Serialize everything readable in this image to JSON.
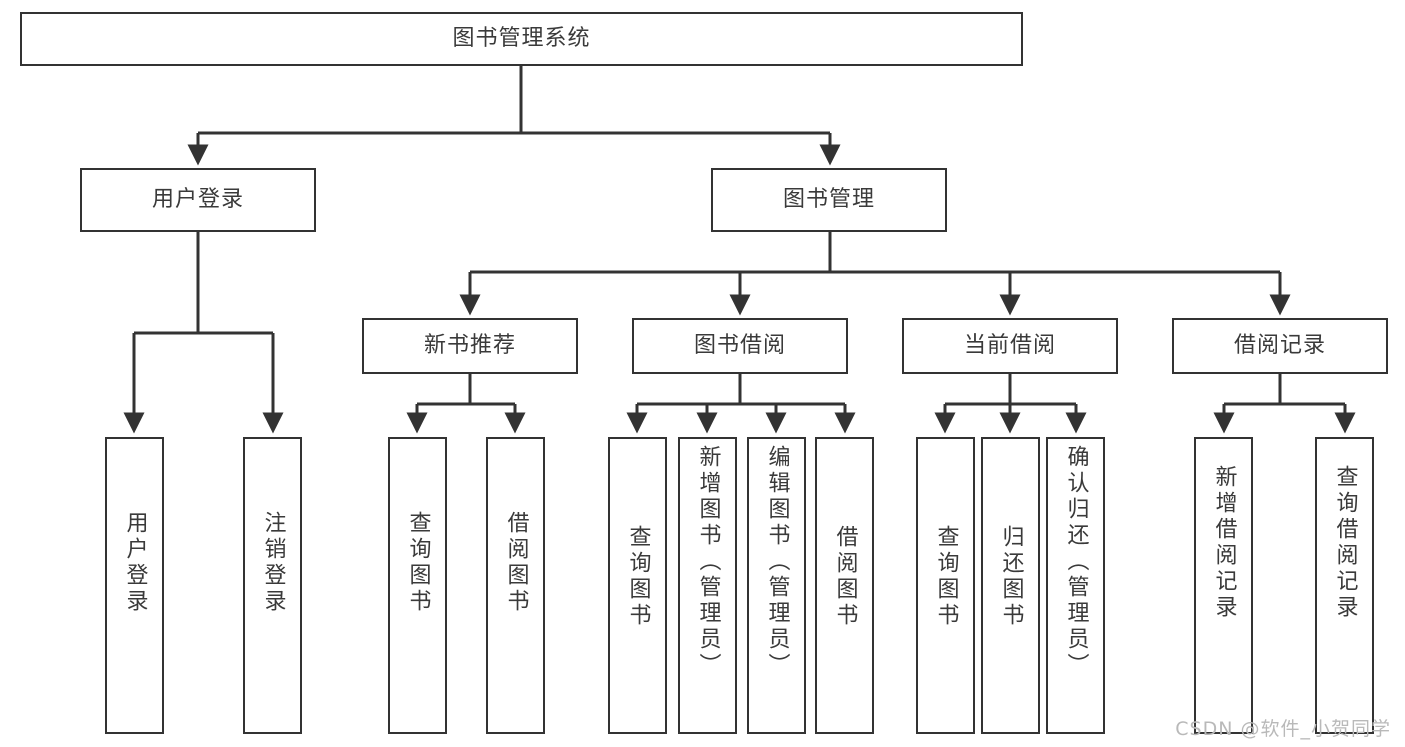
{
  "diagram": {
    "type": "tree-hierarchy-chart",
    "title": "图书管理系统",
    "watermark": "CSDN @软件_小贺同学",
    "colors": {
      "background": "#ffffff",
      "node_border": "#333333",
      "node_fill": "#ffffff",
      "text": "#3a3a3a",
      "edge": "#333333",
      "watermark": "#b9b9b9"
    },
    "nodes": {
      "root": {
        "label": "图书管理系统",
        "level": 1
      },
      "user_login": {
        "label": "用户登录",
        "level": 2
      },
      "book_manage": {
        "label": "图书管理",
        "level": 2
      },
      "new_book_rec": {
        "label": "新书推荐",
        "level": 3
      },
      "book_borrow": {
        "label": "图书借阅",
        "level": 3
      },
      "current_borrow": {
        "label": "当前借阅",
        "level": 3
      },
      "borrow_record": {
        "label": "借阅记录",
        "level": 3
      },
      "leaf_user_login": {
        "label": "用户登录",
        "level": 3
      },
      "leaf_logout": {
        "label": "注销登录",
        "level": 3
      },
      "leaf_query_book_1": {
        "label": "查询图书",
        "level": 4
      },
      "leaf_borrow_book_1": {
        "label": "借阅图书",
        "level": 4
      },
      "leaf_query_book_2": {
        "label": "查询图书",
        "level": 4
      },
      "leaf_add_book": {
        "label": "新增图书（管理员）",
        "level": 4
      },
      "leaf_edit_book": {
        "label": "编辑图书（管理员）",
        "level": 4
      },
      "leaf_borrow_book_2": {
        "label": "借阅图书",
        "level": 4
      },
      "leaf_query_book_3": {
        "label": "查询图书",
        "level": 4
      },
      "leaf_return_book": {
        "label": "归还图书",
        "level": 4
      },
      "leaf_confirm_return": {
        "label": "确认归还（管理员）",
        "level": 4
      },
      "leaf_add_record": {
        "label": "新增借阅记录",
        "level": 4
      },
      "leaf_query_record": {
        "label": "查询借阅记录",
        "level": 4
      }
    },
    "edges": [
      {
        "from": "root",
        "to": "user_login"
      },
      {
        "from": "root",
        "to": "book_manage"
      },
      {
        "from": "user_login",
        "to": "leaf_user_login"
      },
      {
        "from": "user_login",
        "to": "leaf_logout"
      },
      {
        "from": "book_manage",
        "to": "new_book_rec"
      },
      {
        "from": "book_manage",
        "to": "book_borrow"
      },
      {
        "from": "book_manage",
        "to": "current_borrow"
      },
      {
        "from": "book_manage",
        "to": "borrow_record"
      },
      {
        "from": "new_book_rec",
        "to": "leaf_query_book_1"
      },
      {
        "from": "new_book_rec",
        "to": "leaf_borrow_book_1"
      },
      {
        "from": "book_borrow",
        "to": "leaf_query_book_2"
      },
      {
        "from": "book_borrow",
        "to": "leaf_add_book"
      },
      {
        "from": "book_borrow",
        "to": "leaf_edit_book"
      },
      {
        "from": "book_borrow",
        "to": "leaf_borrow_book_2"
      },
      {
        "from": "current_borrow",
        "to": "leaf_query_book_3"
      },
      {
        "from": "current_borrow",
        "to": "leaf_return_book"
      },
      {
        "from": "current_borrow",
        "to": "leaf_confirm_return"
      },
      {
        "from": "borrow_record",
        "to": "leaf_add_record"
      },
      {
        "from": "borrow_record",
        "to": "leaf_query_record"
      }
    ]
  }
}
